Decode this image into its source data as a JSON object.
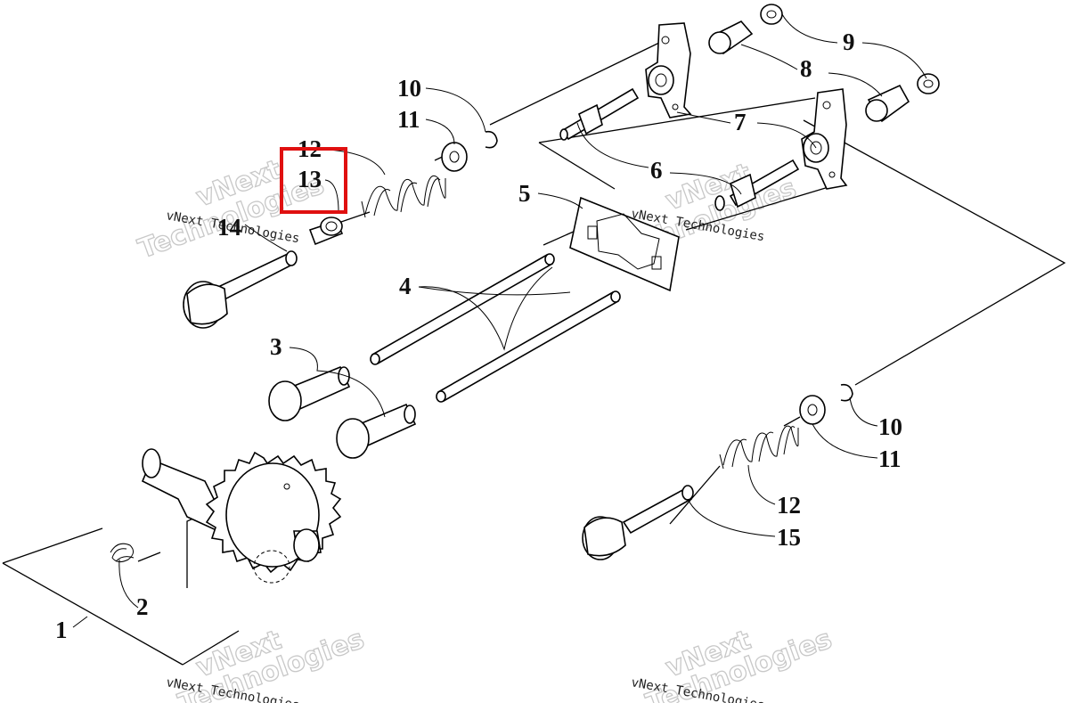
{
  "callouts": {
    "c1": "1",
    "c2": "2",
    "c3": "3",
    "c4": "4",
    "c5": "5",
    "c6": "6",
    "c7": "7",
    "c8": "8",
    "c9": "9",
    "c10a": "10",
    "c10b": "10",
    "c11a": "11",
    "c11b": "11",
    "c12a": "12",
    "c12b": "12",
    "c13": "13",
    "c14": "14",
    "c15": "15"
  },
  "watermark": {
    "line1": "vNext Technologies",
    "brand_top": "vNext",
    "brand_bottom": "Technologies"
  },
  "highlight": {
    "color": "#e01010",
    "target_callout": "13"
  }
}
